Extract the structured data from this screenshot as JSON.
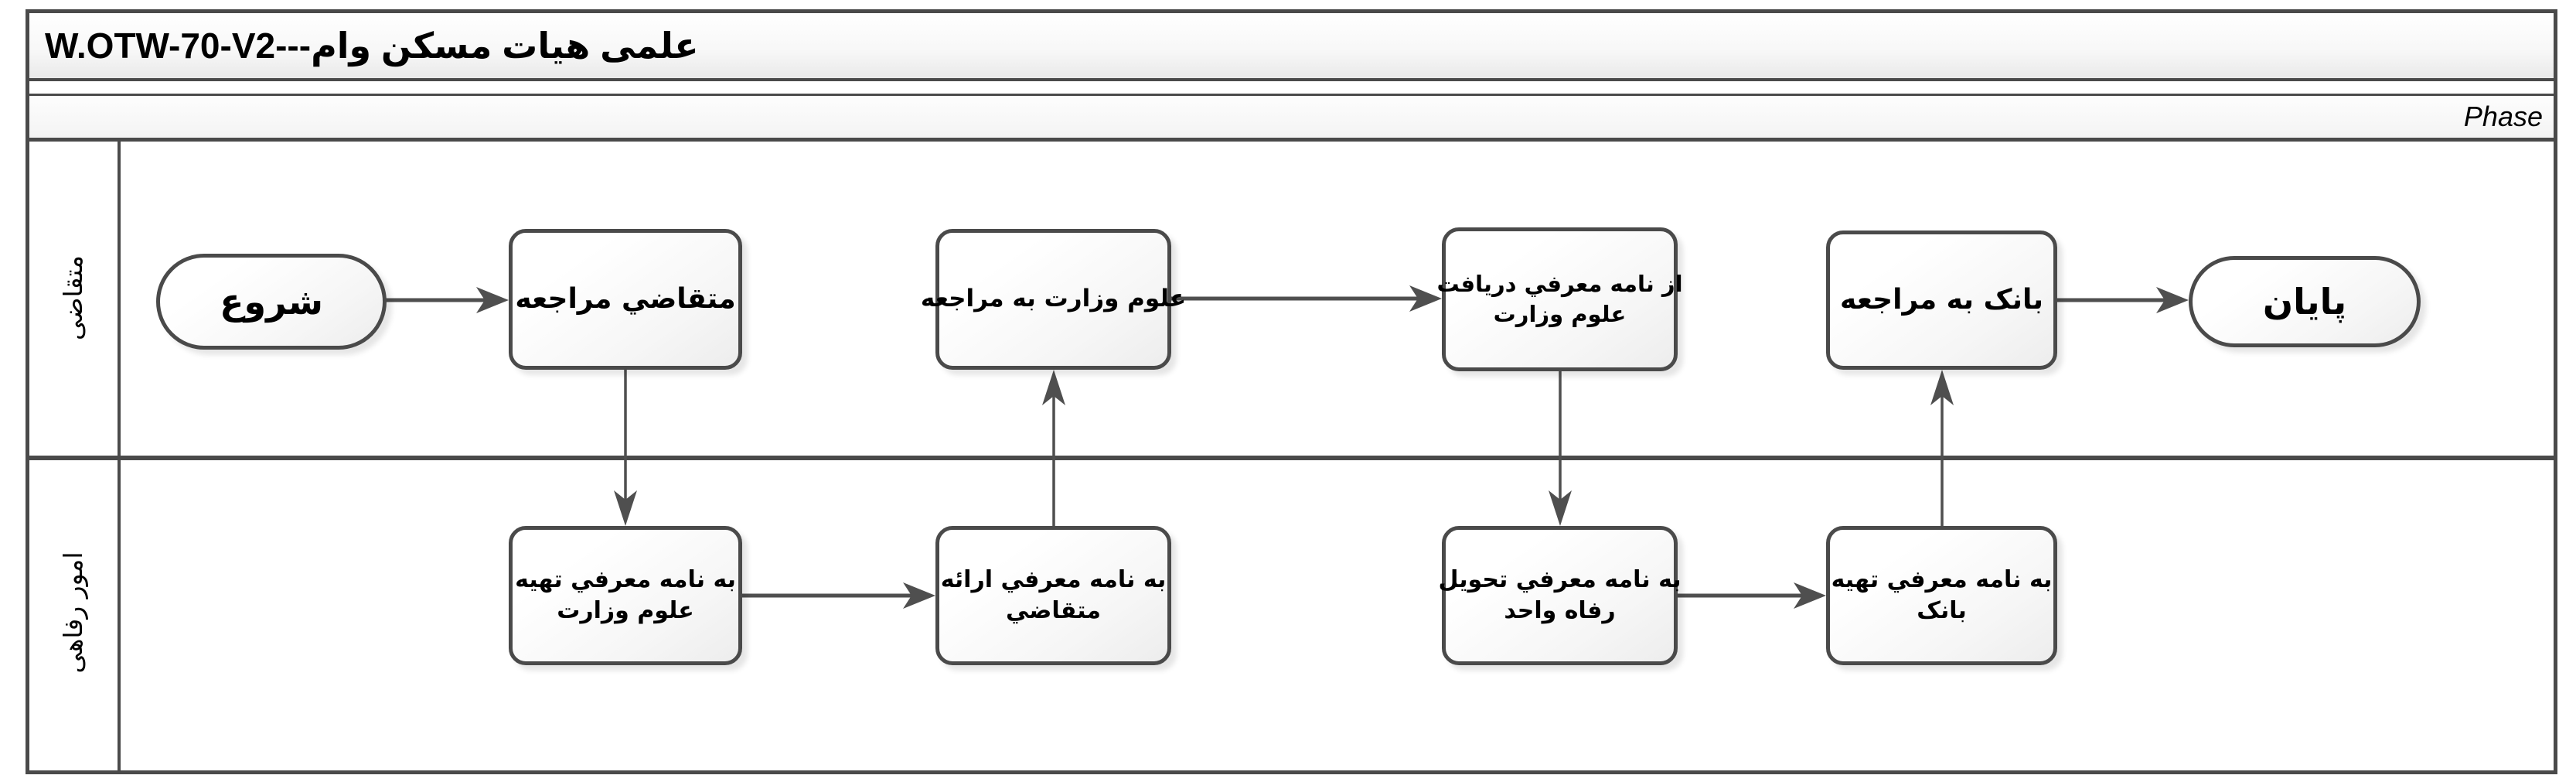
{
  "colors": {
    "line": "#4a4a4a",
    "node_border": "#4a4a4a",
    "text": "#000000",
    "fill": "#ffffff"
  },
  "header": {
    "title_code": "W.OTW-70-V2---",
    "title_fa": "وام مسکن هیات علمی"
  },
  "phase": {
    "label": "Phase"
  },
  "lanes": [
    {
      "id": "applicant",
      "label": "متقاضى"
    },
    {
      "id": "welfare-affairs",
      "label": "امور رفاهی"
    }
  ],
  "nodes": [
    {
      "id": "start",
      "type": "start",
      "lane": 0,
      "label": "شروع",
      "lines": [
        "شروع"
      ]
    },
    {
      "id": "t1",
      "type": "task",
      "lane": 0,
      "label": "مراجعه متقاضي",
      "lines": [
        "مراجعه متقاضي"
      ]
    },
    {
      "id": "t2",
      "type": "task",
      "lane": 0,
      "label": "مراجعه به وزارت علوم",
      "lines": [
        "مراجعه به وزارت علوم"
      ]
    },
    {
      "id": "t3",
      "type": "task",
      "lane": 0,
      "label": "دريافت معرفي نامه از وزارت علوم",
      "lines": [
        "دريافت معرفي نامه از",
        "وزارت علوم"
      ]
    },
    {
      "id": "t4",
      "type": "task",
      "lane": 0,
      "label": "مراجعه به بانک",
      "lines": [
        "مراجعه به بانک"
      ]
    },
    {
      "id": "end",
      "type": "end",
      "lane": 0,
      "label": "پايان",
      "lines": [
        "پايان"
      ]
    },
    {
      "id": "t5",
      "type": "task",
      "lane": 1,
      "label": "تهيه معرفي نامه به وزارت علوم",
      "lines": [
        "تهيه معرفي نامه به",
        "وزارت علوم"
      ]
    },
    {
      "id": "t6",
      "type": "task",
      "lane": 1,
      "label": "ارائه معرفي نامه به متقاضي",
      "lines": [
        "ارائه معرفي نامه به",
        "متقاضي"
      ]
    },
    {
      "id": "t7",
      "type": "task",
      "lane": 1,
      "label": "تحويل معرفي نامه به واحد رفاه",
      "lines": [
        "تحويل معرفي نامه به",
        "واحد رفاه"
      ]
    },
    {
      "id": "t8",
      "type": "task",
      "lane": 1,
      "label": "تهيه معرفي نامه به بانک",
      "lines": [
        "تهيه معرفي نامه به",
        "بانک"
      ]
    }
  ],
  "edges": [
    {
      "from": "start",
      "to": "t1"
    },
    {
      "from": "t1",
      "to": "t5"
    },
    {
      "from": "t5",
      "to": "t6"
    },
    {
      "from": "t6",
      "to": "t2"
    },
    {
      "from": "t2",
      "to": "t3"
    },
    {
      "from": "t3",
      "to": "t7"
    },
    {
      "from": "t7",
      "to": "t8"
    },
    {
      "from": "t8",
      "to": "t4"
    },
    {
      "from": "t4",
      "to": "end"
    }
  ]
}
